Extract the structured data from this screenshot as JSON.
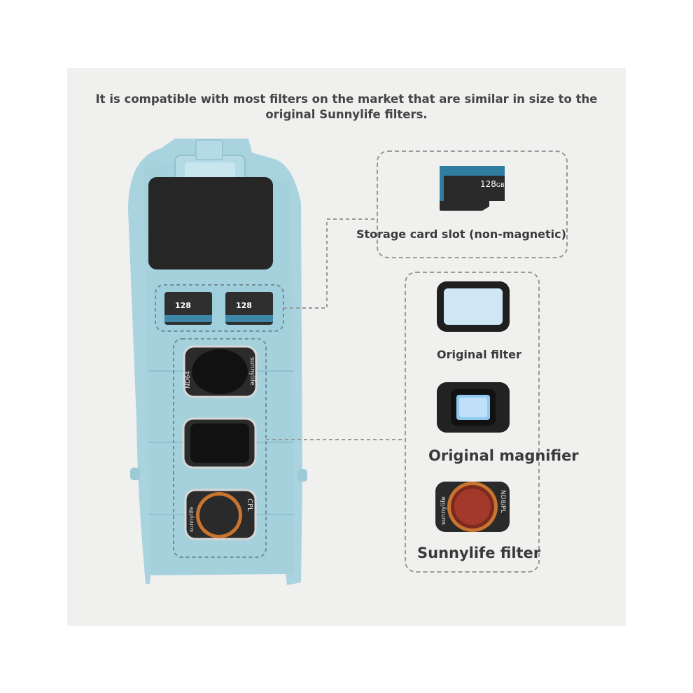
{
  "headline": {
    "line1": "It is compatible with most filters on the market that are similar in size to the",
    "line2": "original Sunnylife filters."
  },
  "storage": {
    "card_text": "128",
    "card_unit": "GB",
    "label": "Storage card slot (non-magnetic)"
  },
  "filters": {
    "original_filter": "Original filter",
    "original_magnifier": "Original magnifier",
    "sunnylife_filter": "Sunnylife filter",
    "sunnylife_small_left": "sunnylife",
    "sunnylife_small_right": "ND8/PL"
  },
  "case": {
    "slot1_left": "ND64",
    "slot1_right": "sunnylife",
    "slot3_left": "sunnylife",
    "slot3_right": "CPL",
    "card_small": "128"
  },
  "colors": {
    "case": "#a9d4df",
    "case_dark": "#8fc1ce",
    "panel": "#f0f0ef",
    "dash": "#9a9a9a",
    "card": "#2f2f2f",
    "card_stripe": "#3d87a8",
    "filter_rim_orange": "#c9742f",
    "glass_blue": "#b9dcf5"
  }
}
